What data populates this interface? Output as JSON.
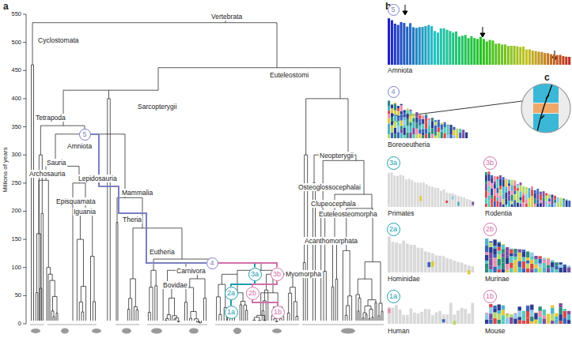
{
  "diagram": {
    "nodes": [
      {
        "text": [
          "5"
        ]
      },
      {
        "text": [
          "4"
        ]
      },
      {
        "text": [
          "3a"
        ]
      },
      {
        "text": [
          "3b"
        ]
      },
      {
        "text": [
          "2a"
        ]
      },
      {
        "text": [
          "2b"
        ]
      },
      {
        "text": [
          "1a"
        ]
      },
      {
        "text": [
          "1b"
        ]
      },
      {
        "text": [
          "5"
        ]
      },
      {
        "text": [
          "4"
        ]
      },
      {
        "text": [
          "3a"
        ]
      },
      {
        "text": [
          "3b"
        ]
      },
      {
        "text": [
          "2a"
        ]
      },
      {
        "text": [
          "2b"
        ]
      },
      {
        "text": [
          "1a"
        ]
      },
      {
        "text": [
          "1b"
        ]
      }
    ],
    "edges": [
      {
        "from": 0,
        "to": 1,
        "arrow": "none"
      },
      {
        "from": 1,
        "to": 2,
        "arrow": "none"
      },
      {
        "from": 1,
        "to": 3,
        "arrow": "none"
      },
      {
        "from": 2,
        "to": 4,
        "arrow": "none"
      },
      {
        "from": 4,
        "to": 6,
        "arrow": "none"
      },
      {
        "from": 3,
        "to": 5,
        "arrow": "none"
      },
      {
        "from": 5,
        "to": 7,
        "arrow": "none"
      }
    ],
    "labels": [
      "a",
      "b",
      "c",
      "Millions of years",
      "0",
      "50",
      "100",
      "150",
      "200",
      "250",
      "300",
      "350",
      "400",
      "450",
      "500",
      "550",
      "Vertebrata",
      "Cyclostomata",
      "Euteleostomi",
      "Sarcopterygii",
      "Tetrapoda",
      "Amniota",
      "Sauria",
      "Archosauria",
      "Lepidosauria",
      "Episquamata",
      "Iguania",
      "Mammalia",
      "Theria",
      "Eutheria",
      "Carnivora",
      "Bovidae",
      "Myomorpha",
      "Neopterygii",
      "Osteoglossocephalai",
      "Clupeocephala",
      "Euteleosteomorpha",
      "Acanthomorphata",
      "Amniota",
      "Boreoeutheria",
      "Primates",
      "Rodentia",
      "Hominidae",
      "Murinae",
      "Human",
      "Mouse"
    ]
  }
}
